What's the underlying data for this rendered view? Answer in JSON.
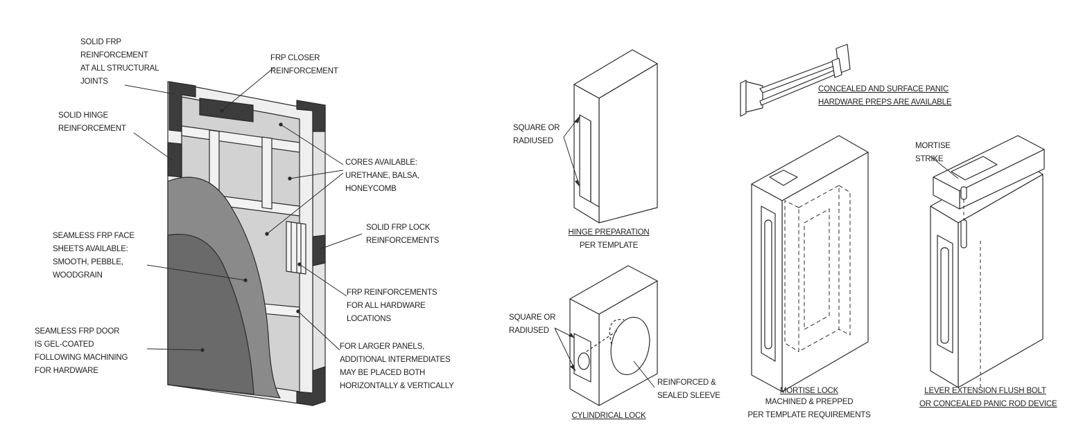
{
  "colors": {
    "dark": "#3c3c3c",
    "mid": "#6e6e6e",
    "light": "#d4d4d4",
    "frame": "#efefef",
    "line": "#2a2a2a"
  },
  "left_diagram": {
    "labels": {
      "structural": "SOLID FRP\nREINFORCEMENT\nAT ALL STRUCTURAL\nJOINTS",
      "hinge": "SOLID HINGE\nREINFORCEMENT",
      "closer": "FRP CLOSER\nREINFORCEMENT",
      "cores": "CORES AVAILABLE:\nURETHANE, BALSA,\nHONEYCOMB",
      "lock": "SOLID FRP LOCK\nREINFORCEMENTS",
      "face": "SEAMLESS FRP FACE\nSHEETS AVAILABLE:\nSMOOTH, PEBBLE,\nWOODGRAIN",
      "hardware": "FRP REINFORCEMENTS\nFOR ALL HARDWARE\nLOCATIONS",
      "door": "SEAMLESS FRP DOOR\nIS GEL-COATED\nFOLLOWING MACHINING\nFOR HARDWARE",
      "panels": "FOR LARGER PANELS,\nADDITIONAL INTERMEDIATES\nMAY BE PLACED BOTH\nHORIZONTALLY & VERTICALLY"
    }
  },
  "right_diagram": {
    "labels": {
      "hinge_square": "SQUARE OR\nRADIUSED",
      "hinge_caption_1": "HINGE PREPARATION",
      "hinge_caption_2": "PER TEMPLATE",
      "panic_caption": "CONCEALED AND SURFACE PANIC\nHARDWARE PREPS ARE AVAILABLE",
      "cyl_square": "SQUARE OR\nRADIUSED",
      "sleeve": "REINFORCED &\nSEALED SLEEVE",
      "cyl_caption": "CYLINDRICAL LOCK",
      "mortise_caption_1": "MORTISE LOCK",
      "mortise_caption_2": "MACHINED & PREPPED\nPER TEMPLATE REQUIREMENTS",
      "strike": "MORTISE\nSTRIKE",
      "flush_caption": "LEVER EXTENSION FLUSH BOLT\nOR CONCEALED PANIC ROD DEVICE"
    }
  }
}
